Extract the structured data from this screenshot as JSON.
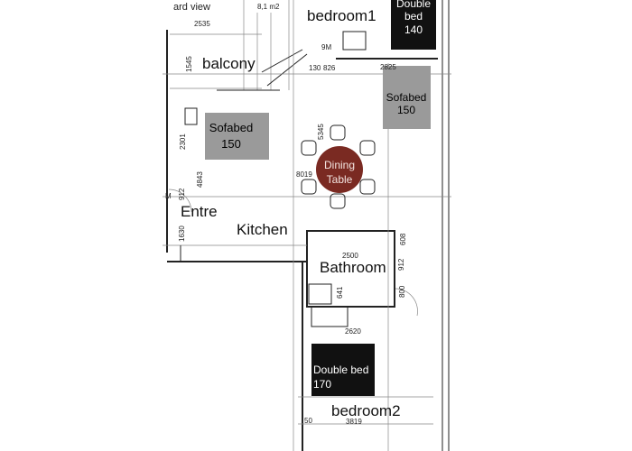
{
  "rooms": {
    "yard_view": "ard view",
    "area": "8,1 m2",
    "bedroom1": "bedroom1",
    "balcony": "balcony",
    "entre": "Entre",
    "kitchen": "Kitchen",
    "bathroom": "Bathroom",
    "bedroom2": "bedroom2"
  },
  "furniture": {
    "double_bed_140": [
      "Double",
      "bed",
      "140"
    ],
    "sofabed_right": [
      "Sofabed",
      "150"
    ],
    "sofabed_left": [
      "Sofabed",
      "150"
    ],
    "dining_table": [
      "Dining",
      "Table"
    ],
    "double_bed_170": [
      "Double bed",
      "170"
    ]
  },
  "dimensions": {
    "d2535": "2535",
    "d1545": "1545",
    "d130": "130",
    "d826": "826",
    "d9m": "9M",
    "d2825": "2825",
    "d5345": "5345",
    "d8019": "8019",
    "d2301": "2301",
    "d4843": "4843",
    "d912a": "912",
    "d1630": "1630",
    "d2500": "2500",
    "d608": "608",
    "d912b": "912",
    "d641": "641",
    "d800": "800",
    "d2620": "2620",
    "d3819": "3819",
    "d50": "50",
    "m": "M"
  },
  "colors": {
    "dark_bed": "#111111",
    "sofa": "#9a9a9a",
    "table": "#7a2a22",
    "wall": "#222222"
  }
}
